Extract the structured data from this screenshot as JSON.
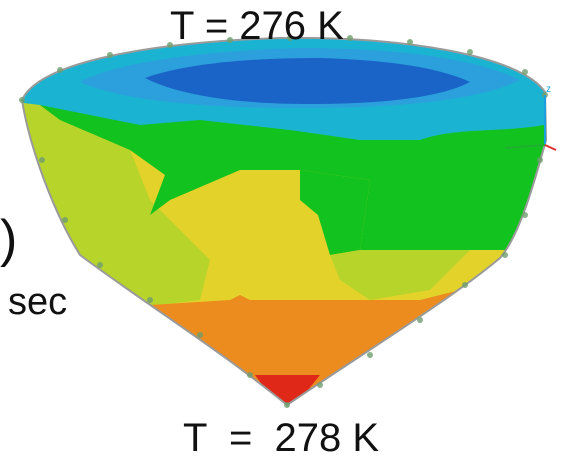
{
  "labels": {
    "top_temperature": "T = 276 K",
    "bottom_temperature": "T  =  278 K",
    "time_unit": "sec",
    "partial_paren": ")"
  },
  "colors": {
    "cold": "#1a64c8",
    "cyan": "#1ab4d2",
    "green": "#12c21e",
    "yellow_green": "#b7d42a",
    "yellow": "#e3d22a",
    "orange": "#ec8c1e",
    "red": "#e02818",
    "background": "#ffffff"
  },
  "icons": [
    "axis-triad-icon"
  ]
}
